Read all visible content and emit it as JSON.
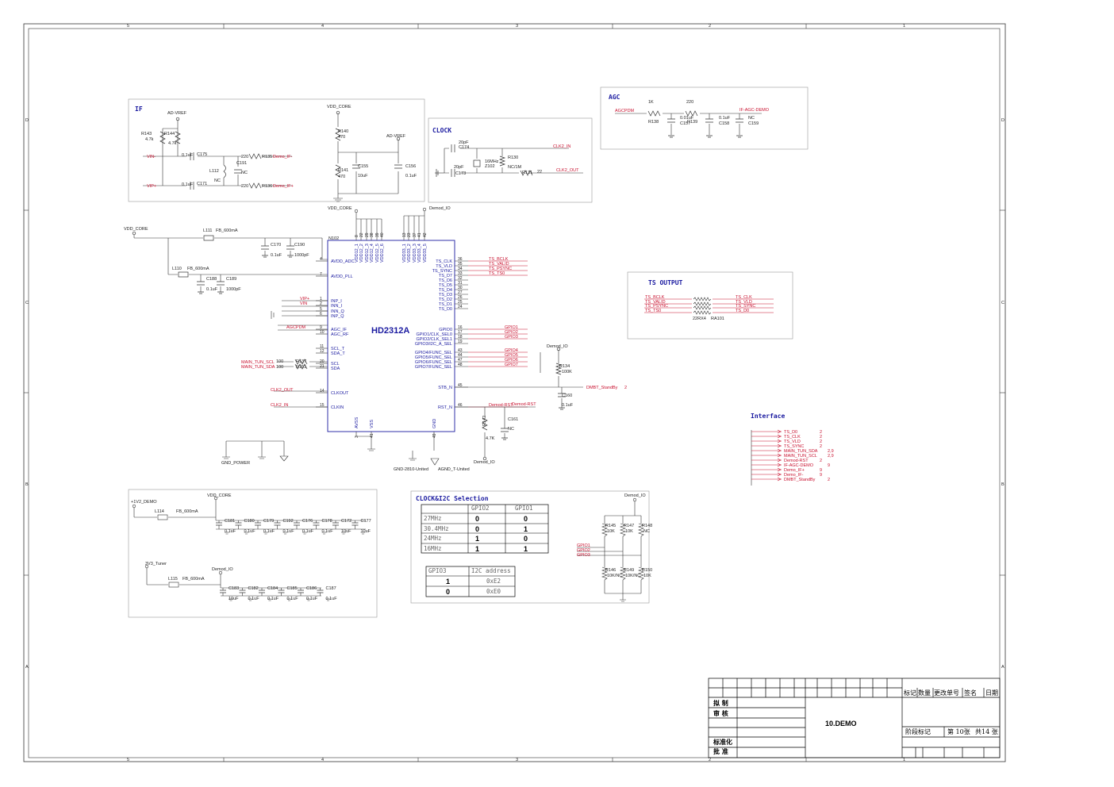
{
  "border": {
    "col_marks": [
      "5",
      "4",
      "3",
      "2",
      "1"
    ],
    "row_marks": [
      "D",
      "C",
      "B",
      "A"
    ]
  },
  "sections": {
    "if": "IF",
    "agc": "AGC",
    "clock": "CLOCK",
    "ts_output": "TS OUTPUT",
    "interface": "Interface",
    "clk_i2c": "CLOCK&I2C Selection"
  },
  "ic": {
    "ref": "N102",
    "name": "HD2312A",
    "left_pins": [
      {
        "num": "4",
        "name": "AVDD_ADC"
      },
      {
        "num": "7",
        "name": "AVDD_PLL"
      },
      {
        "num": "1",
        "name": "INP_I"
      },
      {
        "num": "2",
        "name": "INN_I"
      },
      {
        "num": "5",
        "name": "INN_Q"
      },
      {
        "num": "6",
        "name": "INP_Q"
      },
      {
        "num": "9",
        "name": "AGC_IF"
      },
      {
        "num": "10",
        "name": "AGC_RF"
      },
      {
        "num": "11",
        "name": "SCL_T"
      },
      {
        "num": "12",
        "name": "SDA_T"
      },
      {
        "num": "20",
        "name": "SCL"
      },
      {
        "num": "21",
        "name": "SDA"
      },
      {
        "num": "14",
        "name": "CLKOUT"
      },
      {
        "num": "15",
        "name": "CLKIN"
      }
    ],
    "right_pins": [
      {
        "num": "36",
        "name": "TS_CLK",
        "net": "TS_BCLK"
      },
      {
        "num": "35",
        "name": "TS_VLD",
        "net": "TS_VALID"
      },
      {
        "num": "34",
        "name": "TS_SYNC",
        "net": "TS_PSYNC"
      },
      {
        "num": "33",
        "name": "TS_D7",
        "net": "TS_TS0"
      },
      {
        "num": "32",
        "name": "TS_D6",
        "net": ""
      },
      {
        "num": "31",
        "name": "TS_D5",
        "net": ""
      },
      {
        "num": "30",
        "name": "TS_D4",
        "net": ""
      },
      {
        "num": "27",
        "name": "TS_D3",
        "net": ""
      },
      {
        "num": "26",
        "name": "TS_D2",
        "net": ""
      },
      {
        "num": "25",
        "name": "TS_D1",
        "net": ""
      },
      {
        "num": "24",
        "name": "TS_D0",
        "net": ""
      },
      {
        "num": "16",
        "name": "GPIO0",
        "net": "GPIO1"
      },
      {
        "num": "17",
        "name": "GPIO1/CLK_SEL0",
        "net": "GPIO2"
      },
      {
        "num": "18",
        "name": "GPIO2/CLK_SEL1",
        "net": "GPIO3"
      },
      {
        "num": "19",
        "name": "GPIO3/I2C_A_SEL",
        "net": ""
      },
      {
        "num": "43",
        "name": "GPIO4/FUNC_SEL",
        "net": "GPIO4"
      },
      {
        "num": "44",
        "name": "GPIO5/FUNC_SEL",
        "net": "GPIO5"
      },
      {
        "num": "47",
        "name": "GPIO6/FUNC_SEL",
        "net": "GPIO6"
      },
      {
        "num": "48",
        "name": "GPIO7/FUNC_SEL",
        "net": "GPIO7"
      },
      {
        "num": "45",
        "name": "STB_N",
        "net": ""
      },
      {
        "num": "46",
        "name": "RST_N",
        "net": "Demod-RST"
      }
    ],
    "top_pins_core": [
      "VDD12_1",
      "VDD12_2",
      "VDD12_3",
      "VDD12_4",
      "VDD12_5",
      "VDD12_6"
    ],
    "top_core_nums": [
      "8",
      "22",
      "29",
      "38",
      "39",
      "40"
    ],
    "top_pins_io": [
      "VDD33_1",
      "VDD33_2",
      "VDD33_3",
      "VDD33_4",
      "VDD33_5"
    ],
    "top_io_nums": [
      "13",
      "23",
      "37",
      "41",
      "42"
    ],
    "bottom_pins": [
      {
        "num": "3",
        "name": "AVSS"
      },
      {
        "num": "41",
        "name": "VSS"
      },
      {
        "num": "49",
        "name": "GND"
      }
    ]
  },
  "nets": {
    "vdd_core": "VDD_CORE",
    "demod_io": "Demod_IO",
    "ad_vref": "AD-VREF",
    "vin": "VIN-",
    "vip": "VIP+",
    "vip_chip": "VIP+",
    "vin_chip": "VIN",
    "agcpdm": "AGCPDM",
    "main_tun_scl": "MAIN_TUN_SCL",
    "main_tun_sda": "MAIN_TUN_SDA",
    "clk2_out": "CLK2_OUT",
    "clk2_in": "CLK2_IN",
    "demo_if_minus": "Demo_IF-",
    "demo_if_plus": "Demo_IF+",
    "if_agc_demo": "IF-AGC-DEMO",
    "dmbt_standby": "DMBT_StandBy",
    "dmbt_standby_page": "2",
    "demod_rst": "Demod-RST",
    "gnd_power": "GND_POWER",
    "gnd_2810": "GND-2810-United",
    "agnd": "AGND_T-United",
    "p1v2_demo": "+1V2_DEMO",
    "tuner_3v3": "3V3_Tuner"
  },
  "components": {
    "r143": {
      "ref": "R143",
      "val": "4.7k"
    },
    "r144": {
      "ref": "R144",
      "val": "4.7k"
    },
    "c175": {
      "ref": "C175",
      "val": "0.1uF"
    },
    "c171": {
      "ref": "C171",
      "val": "0.1uF"
    },
    "l112": {
      "ref": "L112",
      "val": "NC"
    },
    "c191": {
      "ref": "C191",
      "val": "NC"
    },
    "r135": {
      "ref": "R135",
      "val": "220"
    },
    "r136": {
      "ref": "R136",
      "val": "220"
    },
    "r140": {
      "ref": "R140",
      "val": "470"
    },
    "r141": {
      "ref": "R141",
      "val": "470"
    },
    "c155": {
      "ref": "C155",
      "val": "10uF"
    },
    "c156": {
      "ref": "C156",
      "val": "0.1uF"
    },
    "c174": {
      "ref": "C174",
      "val": "20pF"
    },
    "c173": {
      "ref": "C173",
      "val": "20pF"
    },
    "z102": {
      "ref": "Z102",
      "val": "16MHz"
    },
    "r130": {
      "ref": "R130",
      "val": "NC/1M"
    },
    "r131": {
      "ref": "R131",
      "val": "22"
    },
    "r138": {
      "ref": "R138",
      "val": "1K"
    },
    "r139": {
      "ref": "R139",
      "val": "220"
    },
    "c157": {
      "ref": "C157",
      "val": "0.01uF"
    },
    "c158": {
      "ref": "C158",
      "val": "0.1uF"
    },
    "c159": {
      "ref": "C159",
      "val": "NC"
    },
    "l111": {
      "ref": "L111",
      "val": "FB_600mA"
    },
    "l110": {
      "ref": "L110",
      "val": "FB_600mA"
    },
    "c170": {
      "ref": "C170",
      "val": "0.1uF"
    },
    "c190": {
      "ref": "C190",
      "val": "1000pF"
    },
    "c188": {
      "ref": "C188",
      "val": "0.1uF"
    },
    "c189": {
      "ref": "C189",
      "val": "1000pF"
    },
    "r137": {
      "ref": "R137",
      "val": "100"
    },
    "r151": {
      "ref": "R151",
      "val": "100"
    },
    "r134": {
      "ref": "R134",
      "val": "100K"
    },
    "c160": {
      "ref": "C160",
      "val": "0.1uF"
    },
    "r142": {
      "ref": "R142",
      "val": "4.7K"
    },
    "c161": {
      "ref": "C161",
      "val": "NC"
    },
    "ra101": {
      "ref": "RA101",
      "val": "22RX4"
    },
    "l114": {
      "ref": "L114",
      "val": "FB_600mA"
    },
    "l115": {
      "ref": "L115",
      "val": "FB_600mA"
    },
    "r145": {
      "ref": "R145",
      "val": "10K"
    },
    "r147": {
      "ref": "R147",
      "val": "10K"
    },
    "r148": {
      "ref": "R148",
      "val": "NC"
    },
    "r146": {
      "ref": "R146",
      "val": "10K/NC"
    },
    "r149": {
      "ref": "R149",
      "val": "10K/NC"
    },
    "r150": {
      "ref": "R150",
      "val": "10K"
    }
  },
  "decoupling_core": [
    {
      "ref": "C181",
      "val": "0.1uF"
    },
    {
      "ref": "C180",
      "val": "0.1uF"
    },
    {
      "ref": "C179",
      "val": "0.1uF"
    },
    {
      "ref": "C192",
      "val": "0.1uF"
    },
    {
      "ref": "C176",
      "val": "0.1uF"
    },
    {
      "ref": "C178",
      "val": "0.1uF"
    },
    {
      "ref": "C172",
      "val": "10uF"
    },
    {
      "ref": "C177",
      "val": "10uF"
    }
  ],
  "decoupling_io": [
    {
      "ref": "C183",
      "val": "10uF"
    },
    {
      "ref": "C182",
      "val": "0.1uF"
    },
    {
      "ref": "C184",
      "val": "0.1uF"
    },
    {
      "ref": "C185",
      "val": "0.1uF"
    },
    {
      "ref": "C186",
      "val": "0.1uF"
    },
    {
      "ref": "C187",
      "val": "0.1uF"
    }
  ],
  "ts_output": {
    "left": [
      "TS_BCLK",
      "TS_VALID",
      "TS_PSYNC",
      "TS_TS0"
    ],
    "right": [
      "TS_CLK",
      "TS_VLD",
      "TS_SYNC",
      "TS_D0"
    ]
  },
  "interface_nets": [
    {
      "name": "TS_D0",
      "page": "2"
    },
    {
      "name": "TS_CLK",
      "page": "2"
    },
    {
      "name": "TS_VLD",
      "page": "2"
    },
    {
      "name": "TS_SYNC",
      "page": "2"
    },
    {
      "name": "MAIN_TUN_SDA",
      "page": "2,9"
    },
    {
      "name": "MAIN_TUN_SCL",
      "page": "2,9"
    },
    {
      "name": "Demod-RST",
      "page": "2"
    },
    {
      "name": "IF-AGC-DEMO",
      "page": "9"
    },
    {
      "name": "Demo_IF+",
      "page": "9"
    },
    {
      "name": "Demo_IF-",
      "page": "9"
    },
    {
      "name": "DMBT_StandBy",
      "page": "2"
    }
  ],
  "clk_table": {
    "headers": [
      "",
      "GPIO2",
      "GPIO1"
    ],
    "rows": [
      {
        "freq": "27MHz",
        "g2": "0",
        "g1": "0"
      },
      {
        "freq": "30.4MHz",
        "g2": "0",
        "g1": "1"
      },
      {
        "freq": "24MHz",
        "g2": "1",
        "g1": "0"
      },
      {
        "freq": "16MHz",
        "g2": "1",
        "g1": "1"
      }
    ]
  },
  "i2c_table": {
    "headers": [
      "GPIO3",
      "I2C address"
    ],
    "rows": [
      {
        "g3": "1",
        "addr": "0xE2"
      },
      {
        "g3": "0",
        "addr": "0xE0"
      }
    ]
  },
  "gpio_labels": [
    "GPIO1",
    "GPIO2",
    "GPIO3"
  ],
  "title_block": {
    "header_cells": [
      "标记",
      "数量",
      "更改单号",
      "签名",
      "日期"
    ],
    "row_labels": [
      "拟 制",
      "审 核",
      "标准化",
      "批 准"
    ],
    "drawing_title": "10.DEMO",
    "stage_label": "阶段标记",
    "sheet_no": "第 10张",
    "total": "共14 张"
  }
}
